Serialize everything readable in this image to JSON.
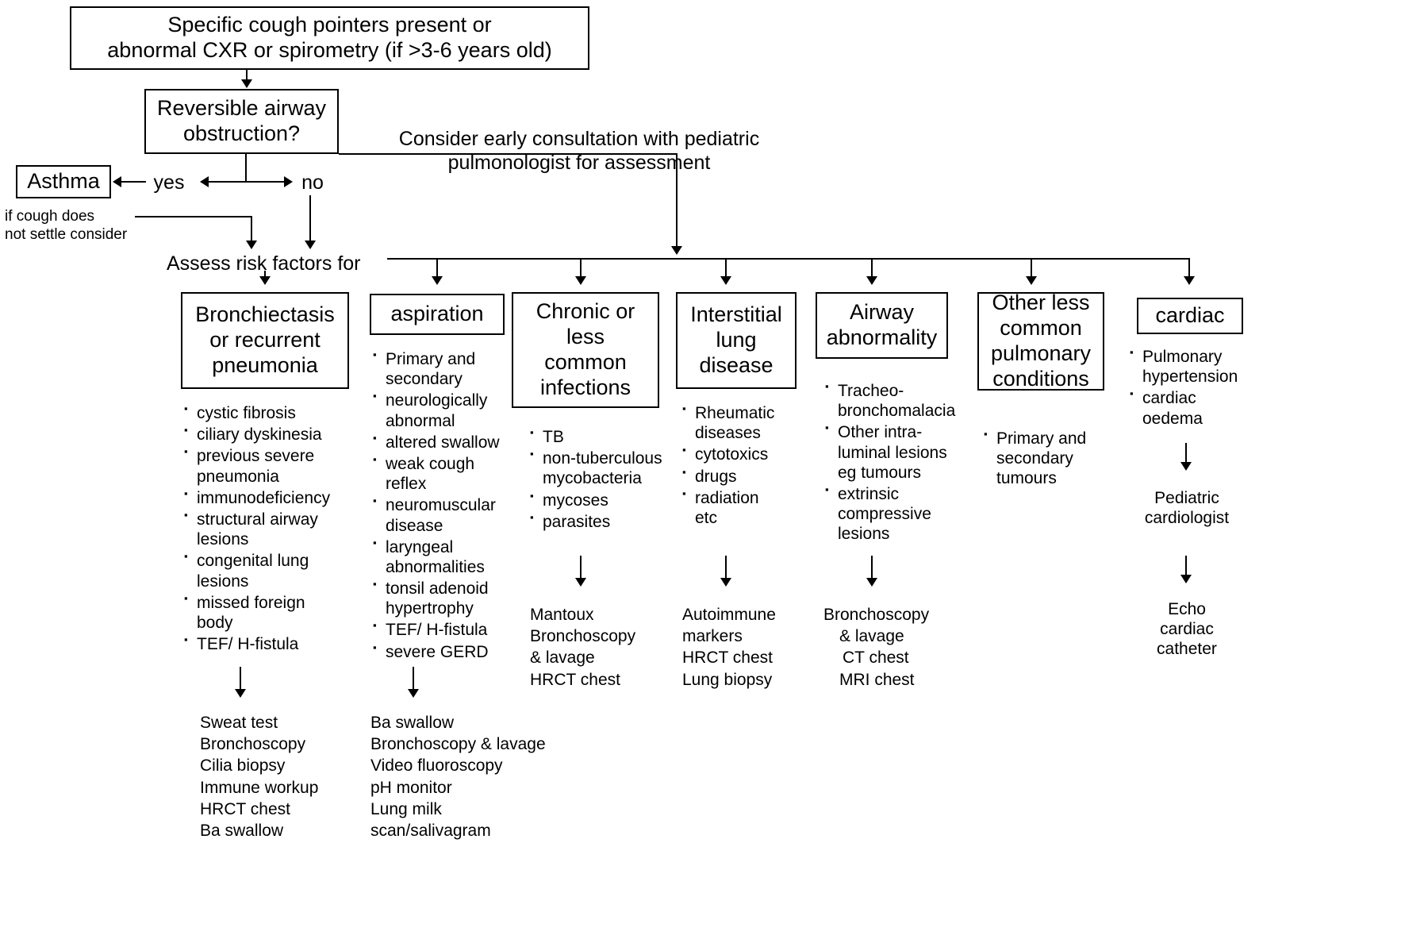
{
  "diagram": {
    "title": "Specific cough pointers algorithm",
    "top_box": "Specific cough pointers present or\nabnormal CXR or spirometry (if >3-6 years old)",
    "decision_box": "Reversible airway\nobstruction?",
    "asthma_box": "Asthma",
    "yes_label": "yes",
    "no_label": "no",
    "asthma_note": "if cough does\nnot settle consider",
    "consult_note": "Consider early consultation with pediatric\npulmonologist for assessment",
    "assess_label": "Assess risk factors for"
  },
  "columns": [
    {
      "id": "bronchiectasis",
      "heading": "Bronchiectasis\nor recurrent\npneumonia",
      "items": [
        "cystic fibrosis",
        "ciliary dyskinesia",
        "previous severe\npneumonia",
        "immunodeficiency",
        "structural airway\nlesions",
        "congenital lung\nlesions",
        "missed foreign\nbody",
        "TEF/ H-fistula"
      ],
      "tests": [
        "Sweat test",
        "Bronchoscopy",
        "Cilia biopsy",
        "Immune workup",
        "HRCT chest",
        "Ba swallow"
      ]
    },
    {
      "id": "aspiration",
      "heading": "aspiration",
      "items": [
        "Primary and\nsecondary",
        "neurologically\nabnormal",
        "altered swallow",
        "weak cough\nreflex",
        "neuromuscular\ndisease",
        "laryngeal\nabnormalities",
        "tonsil adenoid\nhypertrophy",
        "TEF/ H-fistula",
        "severe GERD"
      ],
      "tests": [
        "Ba swallow",
        "Bronchoscopy & lavage",
        "Video fluoroscopy",
        "pH monitor",
        "Lung milk",
        "scan/salivagram"
      ]
    },
    {
      "id": "infections",
      "heading": "Chronic or\nless\ncommon\ninfections",
      "items": [
        "TB",
        "non-tuberculous\nmycobacteria",
        "mycoses",
        "parasites"
      ],
      "tests": [
        "Mantoux",
        "Bronchoscopy",
        "& lavage",
        "HRCT chest"
      ]
    },
    {
      "id": "interstitial",
      "heading": "Interstitial\nlung\ndisease",
      "items": [
        "Rheumatic\ndiseases",
        "cytotoxics",
        "drugs",
        "radiation\n    etc"
      ],
      "tests": [
        "Autoimmune",
        "markers",
        "HRCT chest",
        "Lung biopsy"
      ]
    },
    {
      "id": "airway-abnormality",
      "heading": "Airway\nabnormality",
      "items": [
        "Tracheo-\nbronchomalacia",
        "Other intra-\nluminal lesions\neg tumours",
        "extrinsic\ncompressive\nlesions"
      ],
      "tests": [
        "Bronchoscopy",
        "& lavage",
        "CT chest",
        "MRI chest"
      ]
    },
    {
      "id": "other-pulmonary",
      "heading": "Other less\ncommon\npulmonary\nconditions",
      "items": [
        "Primary and\nsecondary\ntumours"
      ],
      "tests": []
    },
    {
      "id": "cardiac",
      "heading": "cardiac",
      "items": [
        "Pulmonary\nhypertension",
        "cardiac\noedema"
      ],
      "tests": [
        "Pediatric\ncardiologist"
      ],
      "tests2": [
        "Echo\ncardiac\ncatheter"
      ]
    }
  ]
}
